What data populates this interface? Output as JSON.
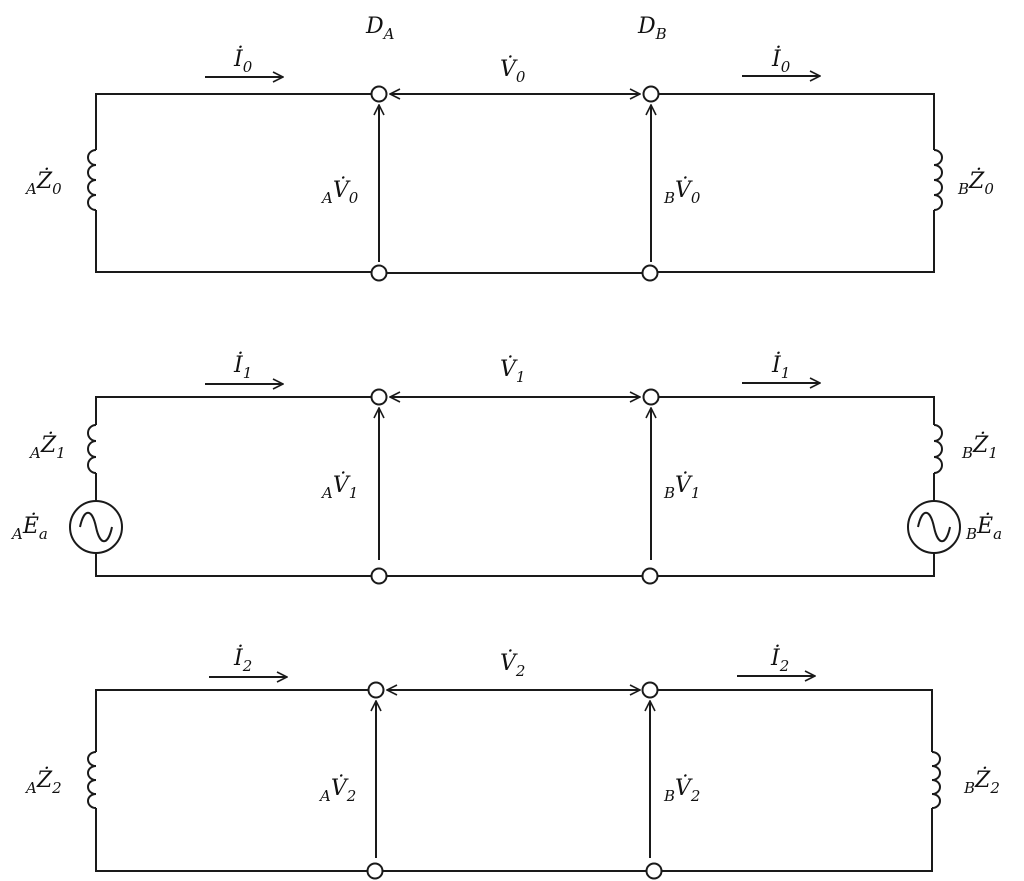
{
  "nodes": {
    "left": "D",
    "left_sub": "A",
    "right": "D",
    "right_sub": "B"
  },
  "circuits": [
    {
      "current": "İ",
      "current_sub": "0",
      "voltage": "V̇",
      "voltage_sub": "0",
      "left_v_pre": "A",
      "left_v": "V̇",
      "left_v_sub": "0",
      "right_v_pre": "B",
      "right_v": "V̇",
      "right_v_sub": "0",
      "left_z_pre": "A",
      "left_z": "Ż",
      "left_z_sub": "0",
      "right_z_pre": "B",
      "right_z": "Ż",
      "right_z_sub": "0"
    },
    {
      "current": "İ",
      "current_sub": "1",
      "voltage": "V̇",
      "voltage_sub": "1",
      "left_v_pre": "A",
      "left_v": "V̇",
      "left_v_sub": "1",
      "right_v_pre": "B",
      "right_v": "V̇",
      "right_v_sub": "1",
      "left_z_pre": "A",
      "left_z": "Ż",
      "left_z_sub": "1",
      "right_z_pre": "B",
      "right_z": "Ż",
      "right_z_sub": "1",
      "left_e_pre": "A",
      "left_e": "Ė",
      "left_e_sub": "a",
      "right_e_pre": "B",
      "right_e": "Ė",
      "right_e_sub": "a"
    },
    {
      "current": "İ",
      "current_sub": "2",
      "voltage": "V̇",
      "voltage_sub": "2",
      "left_v_pre": "A",
      "left_v": "V̇",
      "left_v_sub": "2",
      "right_v_pre": "B",
      "right_v": "V̇",
      "right_v_sub": "2",
      "left_z_pre": "A",
      "left_z": "Ż",
      "left_z_sub": "2",
      "right_z_pre": "B",
      "right_z": "Ż",
      "right_z_sub": "2"
    }
  ]
}
